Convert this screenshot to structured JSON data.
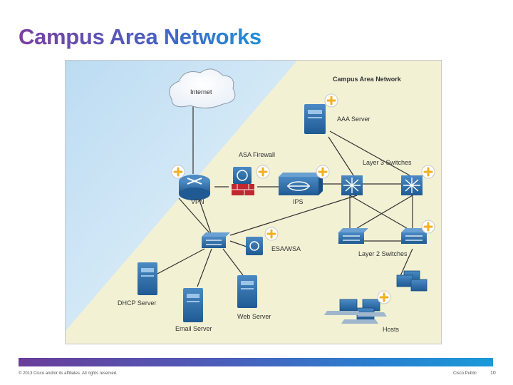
{
  "slide": {
    "title": "Campus Area Networks"
  },
  "diagram": {
    "panel_title": "Campus Area Network",
    "labels": {
      "internet": "Internet",
      "aaa": "AAA Server",
      "asa": "ASA Firewall",
      "l3": "Layer 3 Switches",
      "vpn": "VPN",
      "ips": "IPS",
      "esa": "ESA/WSA",
      "l2": "Layer 2 Switches",
      "dhcp": "DHCP Server",
      "email": "Email Server",
      "web": "Web Server",
      "hosts": "Hosts"
    },
    "colors": {
      "panel": "#f3f1d4",
      "sky": "#d4e9f7",
      "device": "#2f6ea8",
      "link": "#333333",
      "plus_badge": "#f2b01e",
      "firewall_red": "#c0282e"
    }
  },
  "footer": {
    "copyright": "© 2013 Cisco and/or its affiliates. All rights reserved.",
    "classification": "Cisco Public",
    "page": "10"
  }
}
